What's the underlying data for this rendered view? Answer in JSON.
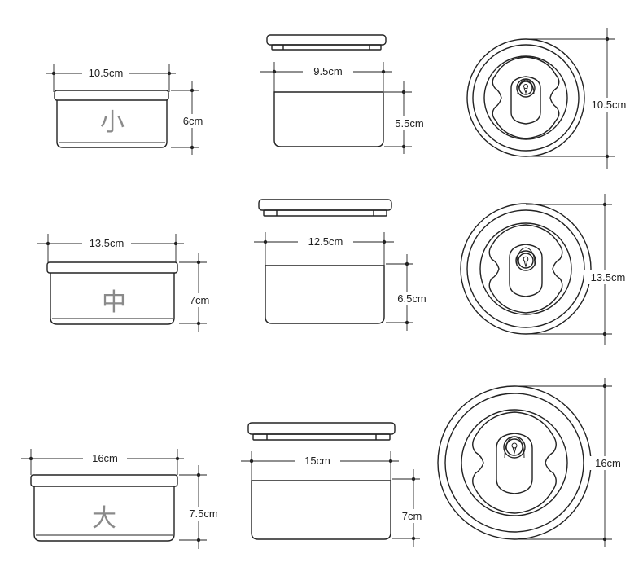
{
  "rows": [
    {
      "size_label": "小",
      "side_width": "10.5cm",
      "side_height": "6cm",
      "body_width": "9.5cm",
      "body_height": "5.5cm",
      "top_diameter": "10.5cm"
    },
    {
      "size_label": "中",
      "side_width": "13.5cm",
      "side_height": "7cm",
      "body_width": "12.5cm",
      "body_height": "6.5cm",
      "top_diameter": "13.5cm"
    },
    {
      "size_label": "大",
      "side_width": "16cm",
      "side_height": "7.5cm",
      "body_width": "15cm",
      "body_height": "7cm",
      "top_diameter": "16cm"
    }
  ],
  "colors": {
    "line": "#222222",
    "size_label": "#8a8a8a"
  }
}
